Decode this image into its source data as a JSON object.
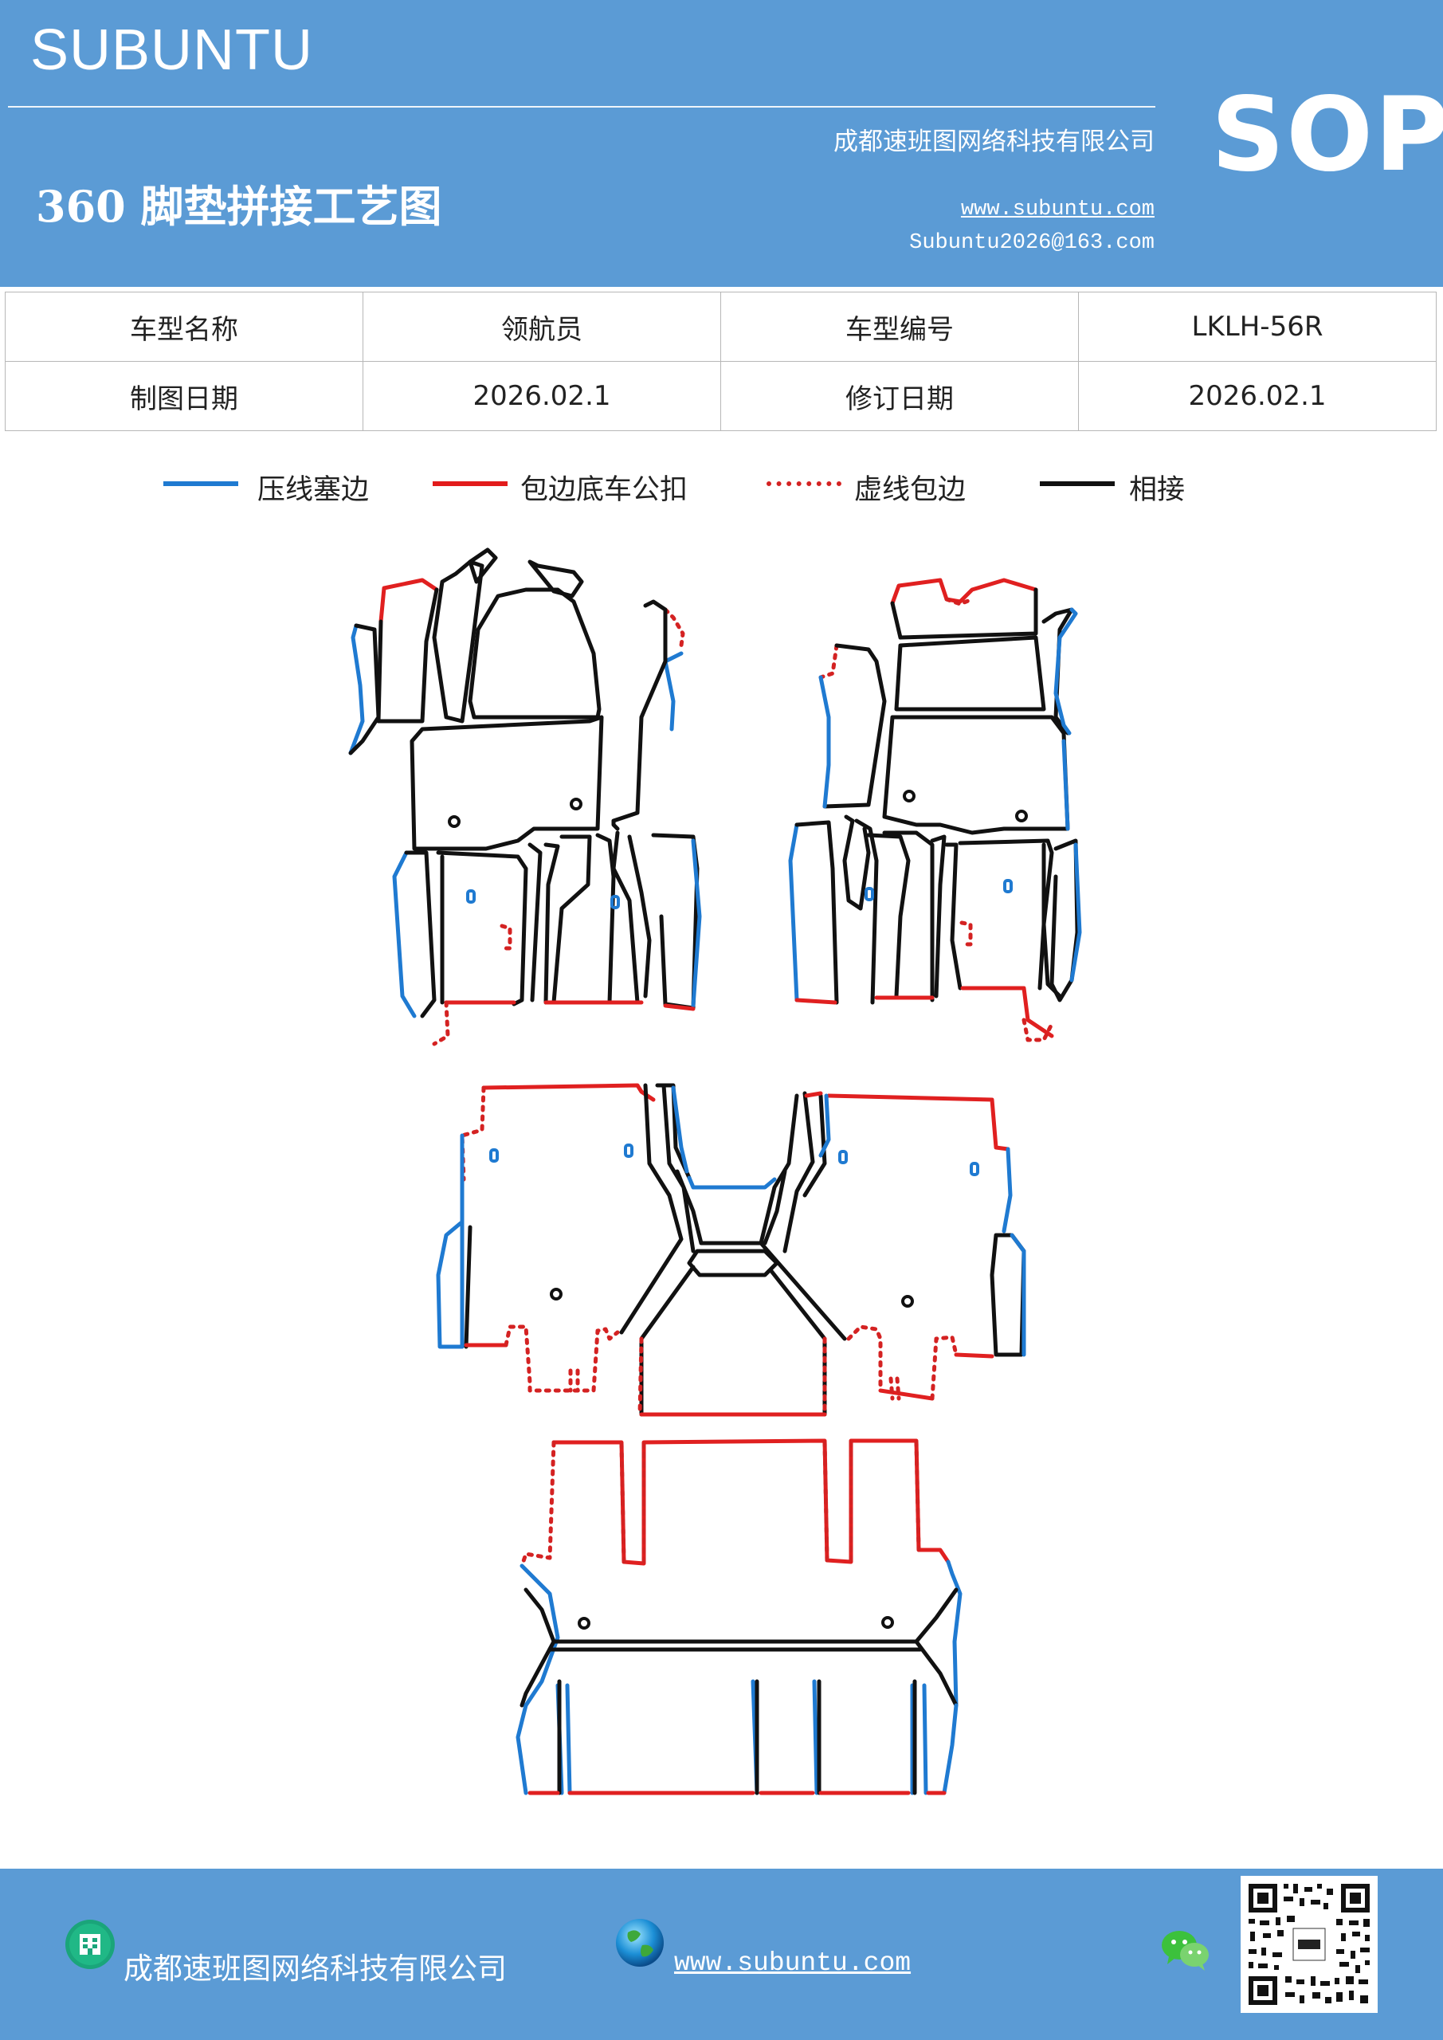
{
  "header": {
    "brand": "SUBUNTU",
    "title": "360 脚垫拼接工艺图",
    "company": "成都速班图网络科技有限公司",
    "website": "www.subuntu.com",
    "email": "Subuntu2026@163.com",
    "badge": "SOP"
  },
  "info_table": {
    "rows": [
      [
        {
          "text": "车型名称",
          "kind": "label"
        },
        {
          "text": "领航员",
          "kind": "label"
        },
        {
          "text": "车型编号",
          "kind": "label"
        },
        {
          "text": "LKLH-56R",
          "kind": "value"
        }
      ],
      [
        {
          "text": "制图日期",
          "kind": "label"
        },
        {
          "text": "2026.02.1",
          "kind": "value"
        },
        {
          "text": "修订日期",
          "kind": "label"
        },
        {
          "text": "2026.02.1",
          "kind": "value"
        }
      ]
    ]
  },
  "legend": [
    {
      "label": "压线塞边",
      "color": "#1f7ad1",
      "style": "solid"
    },
    {
      "label": "包边底车公扣",
      "color": "#e21b1b",
      "style": "solid"
    },
    {
      "label": "虚线包边",
      "color": "#d42222",
      "style": "dotted"
    },
    {
      "label": "相接",
      "color": "#111111",
      "style": "solid"
    }
  ],
  "colors": {
    "header_bg": "#5b9bd5",
    "press_edge": "#1f7ad1",
    "hem_edge": "#e02020",
    "join_line": "#111111"
  },
  "footer": {
    "company": "成都速班图网络科技有限公司",
    "website": "www.subuntu.com",
    "icons": [
      "building-icon",
      "globe-icon",
      "wechat-icon",
      "qr-code"
    ]
  }
}
